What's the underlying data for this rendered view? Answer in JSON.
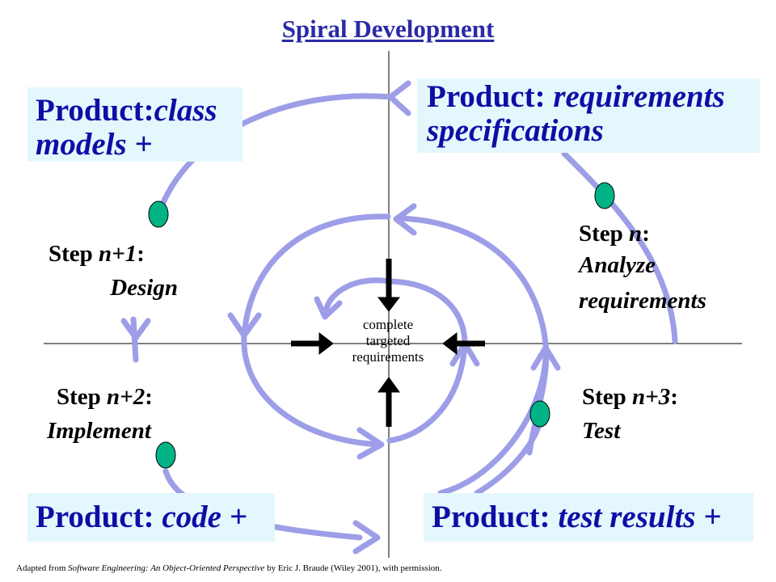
{
  "title": "Spiral Development",
  "products": {
    "class_models": {
      "label": "Product:",
      "italic": "class models +"
    },
    "requirements": {
      "label": "Product: ",
      "italic": "requirements specifications"
    },
    "code": {
      "label": "Product: ",
      "italic": "code +"
    },
    "test_results": {
      "label": "Product: ",
      "italic": "test results +"
    }
  },
  "steps": {
    "n": {
      "label": "Step ",
      "var": "n",
      "colon": ":",
      "action": "Analyze requirements"
    },
    "n1": {
      "label": "Step ",
      "var": "n+1",
      "colon": ":",
      "action": "Design"
    },
    "n2": {
      "label": "Step ",
      "var": "n+2",
      "colon": ":",
      "action": "Implement"
    },
    "n3": {
      "label": "Step ",
      "var": "n+3",
      "colon": ":",
      "action": "Test"
    }
  },
  "center_text": [
    "complete",
    "targeted",
    "requirements"
  ],
  "credit": {
    "prefix": "Adapted from ",
    "book": "Software Engineering: An Object-Oriented Perspective",
    "suffix": " by Eric  J. Braude (Wiley  2001), with permission."
  },
  "colors": {
    "spiral": "#9d9ee7",
    "node": "#00b386",
    "title": "#2a2aa8",
    "product_text": "#0e0ea6",
    "product_bg": "#e4f7fd"
  }
}
